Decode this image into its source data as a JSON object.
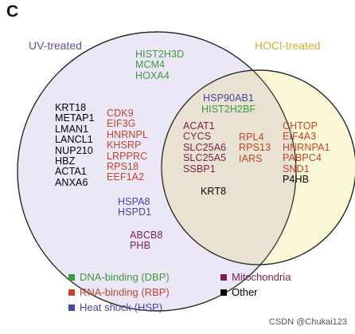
{
  "panel_letter": "C",
  "sets": {
    "uv": {
      "label": "UV-treated",
      "fill": "#ece7f7"
    },
    "hocl": {
      "label": "HOCl-treated",
      "fill": "#fbf8d8"
    },
    "overlap_fill": "#e9e2d2"
  },
  "colors": {
    "dbp": "#3d9a3d",
    "rbp": "#c0452a",
    "hsp": "#47479e",
    "mito": "#7a1f4b",
    "other": "#000000"
  },
  "uv_only": {
    "dbp": [
      "HIST2H3D",
      "MCM4",
      "HOXA4"
    ],
    "other": [
      "KRT18",
      "METAP1",
      "LMAN1",
      "LANCL1",
      "NUP210",
      "HBZ",
      "ACTA1",
      "ANXA6"
    ],
    "rbp": [
      "CDK9",
      "EIF3G",
      "HNRNPL",
      "KHSRP",
      "LRPPRC",
      "RPS18",
      "EEF1A2"
    ],
    "hsp": [
      "HSPA8",
      "HSPD1"
    ],
    "mito": [
      "ABCB8",
      "PHB"
    ]
  },
  "both": {
    "hsp": [
      "HSP90AB1"
    ],
    "dbp": [
      "HIST2H2BF"
    ],
    "mito": [
      "ACAT1",
      "CYCS",
      "SLC25A6",
      "SLC25A5",
      "SSBP1"
    ],
    "rbp": [
      "RPL4",
      "RPS13",
      "IARS"
    ],
    "other": [
      "KRT8"
    ]
  },
  "hocl_only": {
    "rbp": [
      "CHTOP",
      "EIF4A3",
      "HNRNPA1",
      "PABPC4",
      "SND1"
    ],
    "other": [
      "P4HB"
    ]
  },
  "legend": [
    {
      "label": "DNA-binding (DBP)",
      "color": "#3d9a3d"
    },
    {
      "label": "RNA-binding (RBP)",
      "color": "#c0452a"
    },
    {
      "label": "Heat shock (HSP)",
      "color": "#47479e"
    },
    {
      "label": "Mitochondria",
      "color": "#7a1f4b"
    },
    {
      "label": "Other",
      "color": "#000000"
    }
  ],
  "watermark": "CSDN @Chukai123"
}
